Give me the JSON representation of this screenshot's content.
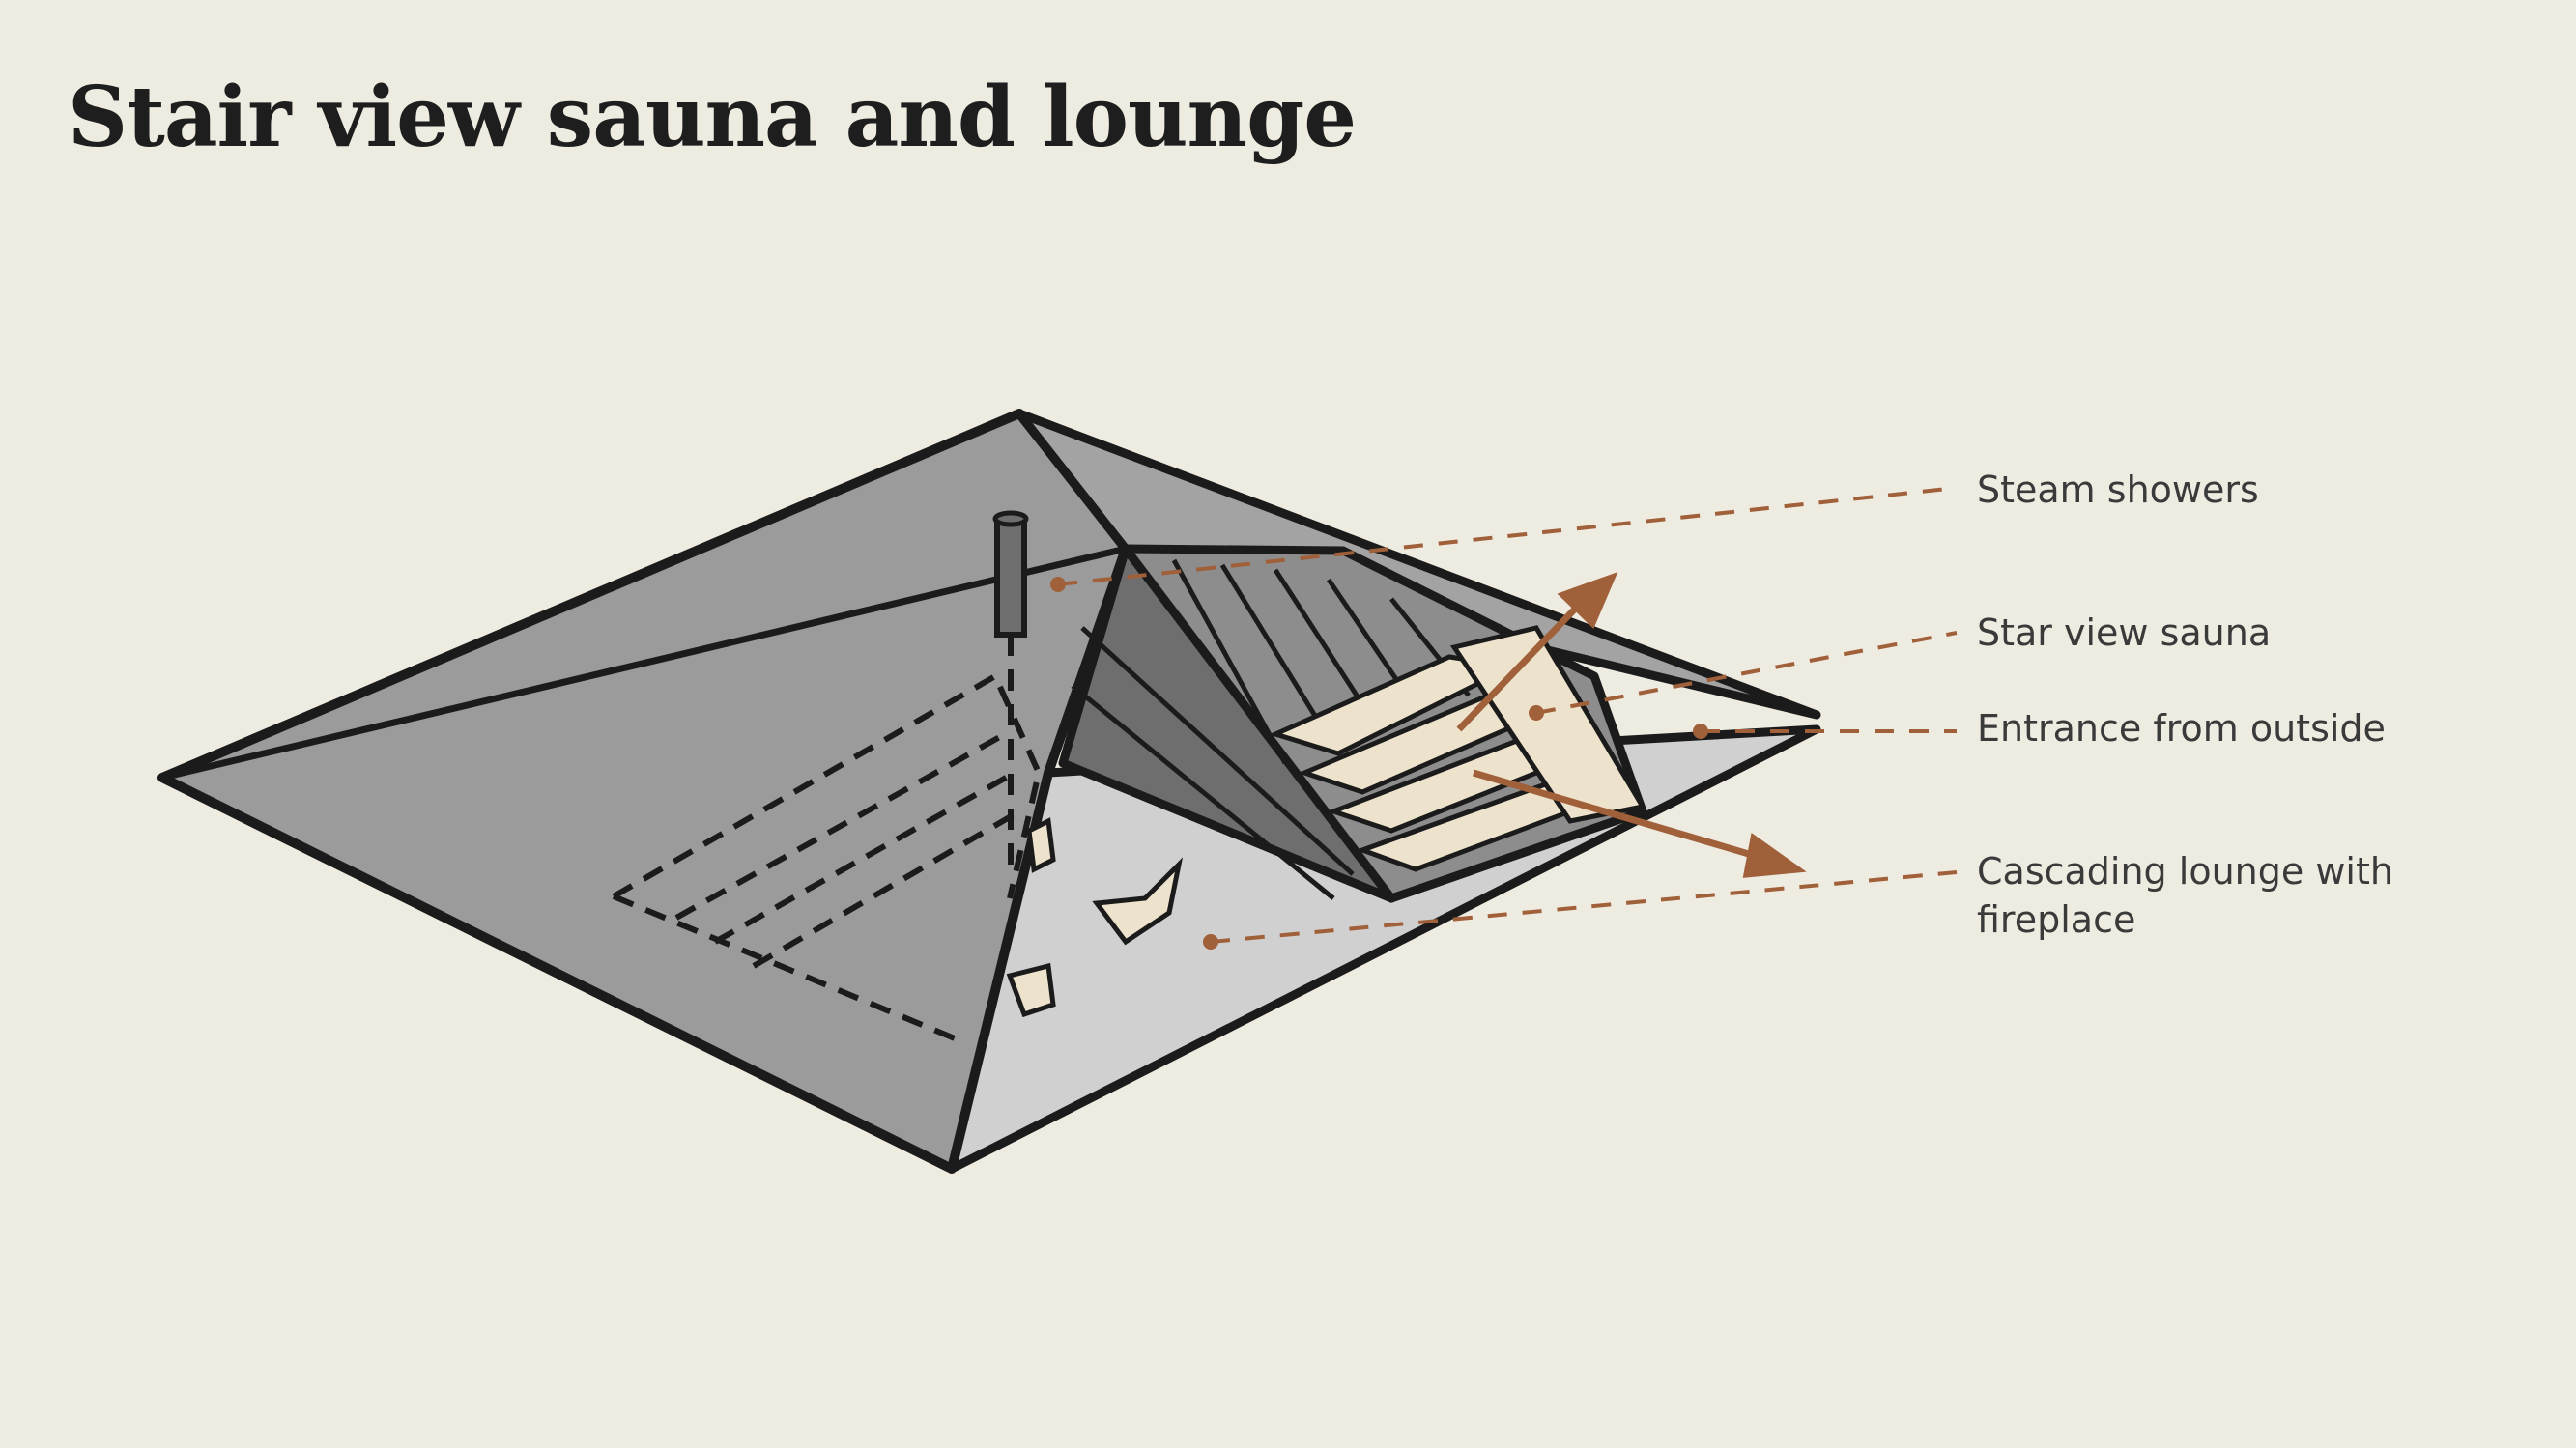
{
  "title": "Stair view sauna and lounge",
  "colors": {
    "background": "#EEEBE1",
    "roof": "#9B9B9B",
    "roof_light": "#A8A8A8",
    "floor": "#D0D0D0",
    "outline": "#1B1B1B",
    "wood_light": "#EDE3CC",
    "accent": "#A0603A"
  },
  "callouts": [
    {
      "id": "steam",
      "text": "Steam showers"
    },
    {
      "id": "sauna",
      "text": "Star view sauna"
    },
    {
      "id": "entrance",
      "text": "Entrance from outside"
    },
    {
      "id": "lounge",
      "text": "Cascading lounge with fireplace"
    }
  ]
}
